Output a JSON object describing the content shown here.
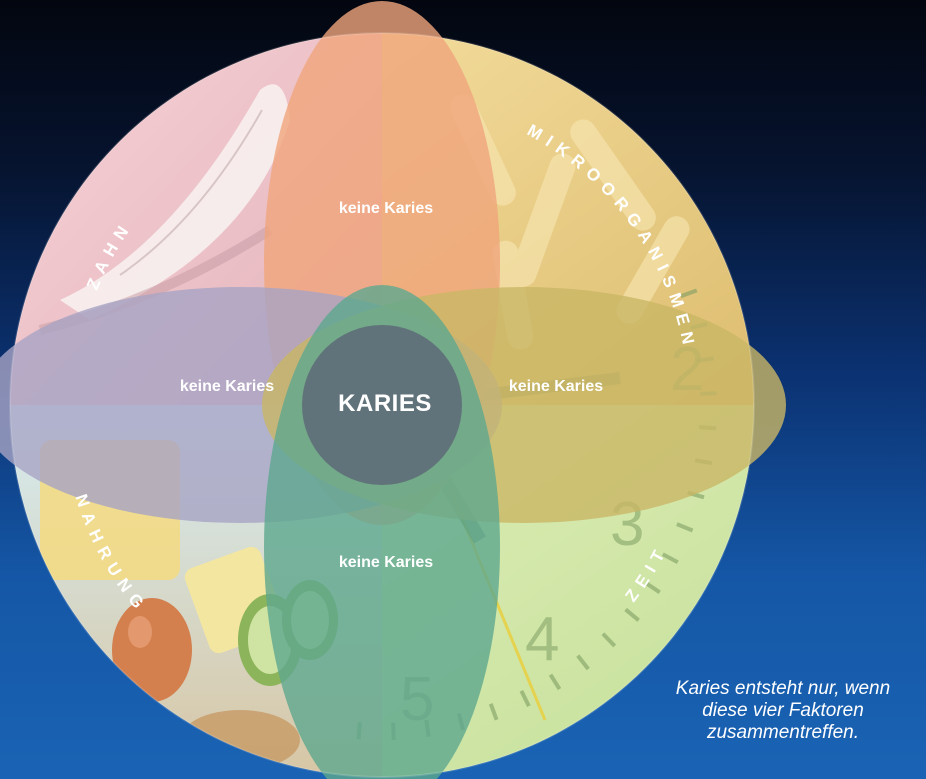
{
  "factors": {
    "tooth": "ZAHN",
    "microorganisms": "MIKROORGANISMEN",
    "food": "NAHRUNG",
    "time": "ZEIT"
  },
  "petals": {
    "top": "keine Karies",
    "left": "keine Karies",
    "right": "keine Karies",
    "bottom": "keine Karies"
  },
  "center": "KARIES",
  "caption": {
    "line1": "Karies entsteht nur, wenn",
    "line2": "diese vier Faktoren",
    "line3": "zusammentreffen."
  },
  "clock_numbers": [
    "2",
    "3",
    "4",
    "5"
  ],
  "colors": {
    "tooth": "#f2c4c9",
    "microorganisms": "#ecd08c",
    "food": "#c9e0ea",
    "time": "#cfe6a8",
    "petal_top": "#f0a57c",
    "petal_left": "#a8a4c4",
    "petal_right": "#c9b765",
    "petal_bottom": "#5ea88f",
    "center": "#5e6a78"
  }
}
